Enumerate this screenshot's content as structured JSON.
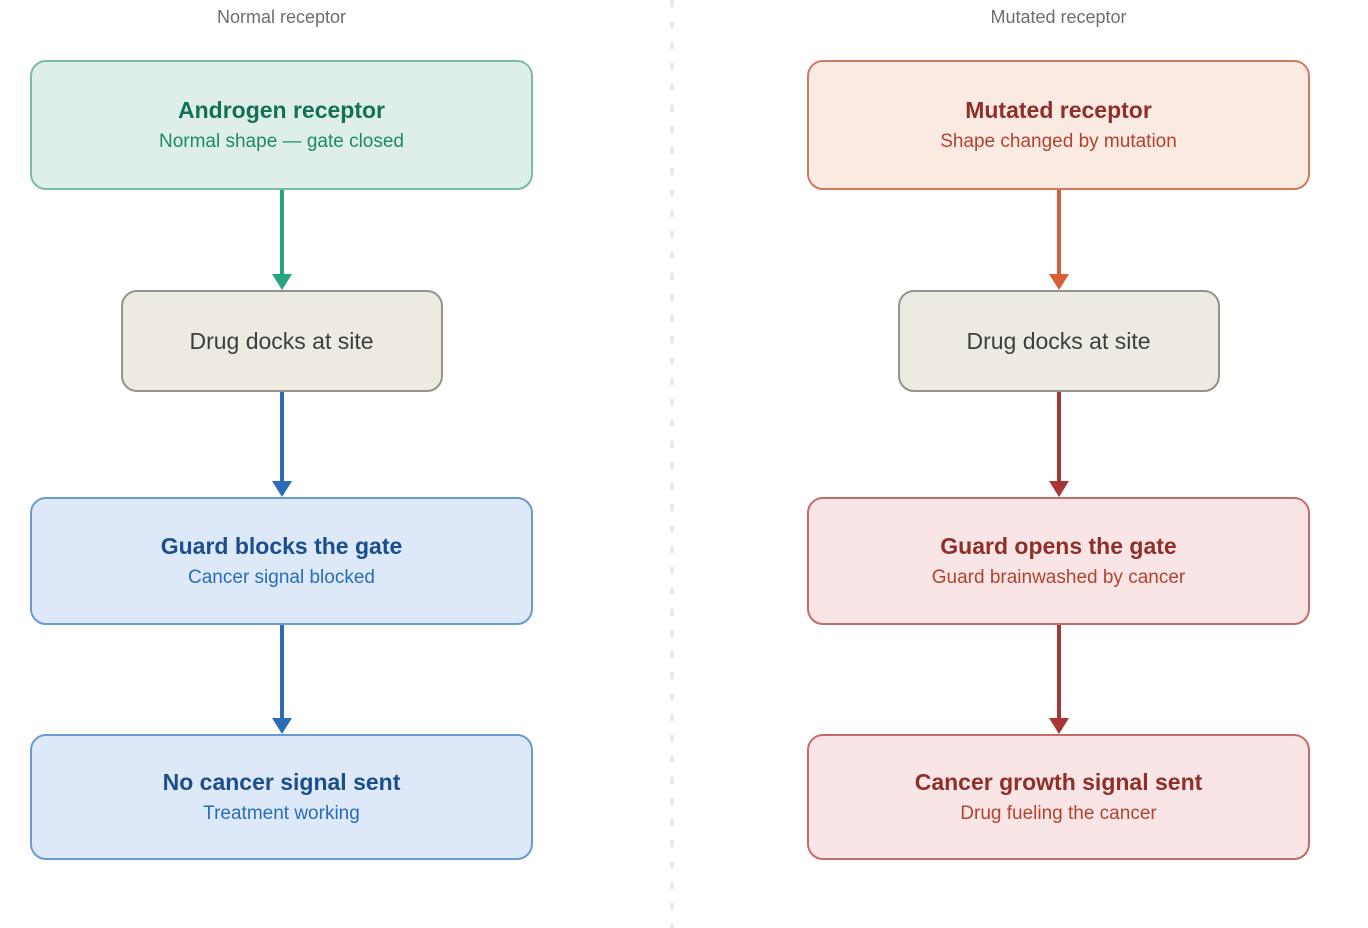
{
  "columns": [
    {
      "id": "normal-receptor",
      "header": "Normal receptor",
      "boxes": [
        {
          "title": "Androgen receptor",
          "subtitle": "Normal shape — gate closed"
        },
        {
          "title": "Drug docks at site",
          "subtitle": ""
        },
        {
          "title": "Guard blocks the gate",
          "subtitle": "Cancer signal blocked"
        },
        {
          "title": "No cancer signal sent",
          "subtitle": "Treatment working"
        }
      ],
      "arrow_colors": [
        "green",
        "blue",
        "blue"
      ]
    },
    {
      "id": "mutated-receptor",
      "header": "Mutated receptor",
      "boxes": [
        {
          "title": "Mutated receptor",
          "subtitle": "Shape changed by mutation"
        },
        {
          "title": "Drug docks at site",
          "subtitle": ""
        },
        {
          "title": "Guard opens the gate",
          "subtitle": "Guard brainwashed by cancer"
        },
        {
          "title": "Cancer growth signal sent",
          "subtitle": "Drug fueling the cancer"
        }
      ],
      "arrow_colors": [
        "orange",
        "darkred",
        "darkred"
      ]
    }
  ],
  "colors": {
    "header-text": "#6e6e6e",
    "divider-dash": "#e9e9e9",
    "green-box-bg": "#deefe7",
    "green-box-border": "#7abda2",
    "green-title": "#15705a",
    "green-subtitle": "#1d8a6b",
    "neutral-box-bg": "#eceae1",
    "neutral-box-border": "#94948c",
    "neutral-text": "#3d3e3e",
    "blue-box-bg": "#dde9f8",
    "blue-box-border": "#699bd2",
    "blue-title": "#1b4e8c",
    "blue-subtitle": "#2a6cb8",
    "peach-box-bg": "#fbeae2",
    "peach-box-border": "#cd7a62",
    "pink-box-bg": "#f9e5e5",
    "pink-box-border": "#c76a6a",
    "red-title": "#8e2f29",
    "red-subtitle": "#b2432f",
    "arrow-green": "#27a57c",
    "arrow-blue": "#2c6cb4",
    "arrow-orange": "#d95f38",
    "arrow-darkred": "#a93636"
  }
}
